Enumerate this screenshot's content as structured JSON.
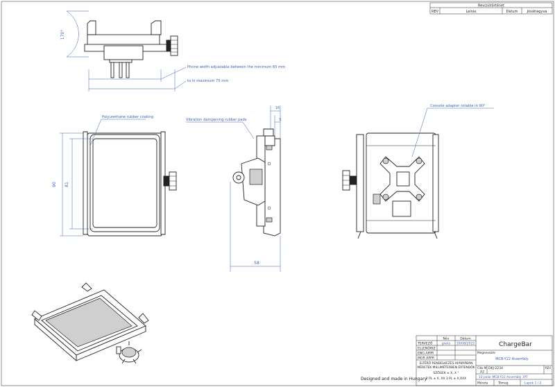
{
  "revision_table": {
    "title": "Revíziótörténet",
    "headers": [
      "REV",
      "Leírás",
      "Dátum",
      "Jóváhagyva"
    ]
  },
  "annotations": {
    "rotation_angle": "170°",
    "phone_width_note": "Phone width adjustable between the minimum 65 mm",
    "phone_width_max": "to hi maximum 75 mm",
    "rubber_coating": "Polyurethane rubber coating",
    "vibration_pads": "Vibration dampening rubber pads",
    "console_adapter": "Console adapter rotable in 90°"
  },
  "dimensions": {
    "height_outer": "90",
    "height_inner": "81",
    "depth_total": "58",
    "top_dim_1": "16",
    "top_dim_2": "5"
  },
  "footer_note": "Designed and made in Hungary",
  "title_block": {
    "col_name": "Név",
    "col_date": "Dátum",
    "rows": [
      {
        "label": "TERVEZŐ",
        "name": "greks",
        "date": "19/08/2022"
      },
      {
        "label": "ELLENŐRIZ",
        "name": "",
        "date": ""
      },
      {
        "label": "ENG APPR",
        "name": "",
        "date": ""
      },
      {
        "label": "MGR APPR",
        "name": "",
        "date": ""
      }
    ],
    "tolerance_lines": [
      "ELTÉRŐ RENDELKEZÉS HIÁNYÁBAN",
      "MÉRETEK MILLIMÉTERBEN ÉRTENDŐK",
      "SZÖGEK ± X, X °",
      "2 PL ± X, XX 3 PL ± X,XXX"
    ],
    "company": "ChargeBar",
    "megnevezes_label": "Megnevezés",
    "part_name": "MCB-Y22 Assembly",
    "size_label": "Cikk M.",
    "doc_label": "DKJ-2234",
    "rev_label": "REV",
    "size_value": "A2",
    "file_name": "10 polar MCB-Y22 Assembly .IPT",
    "scale_label": "Méreta",
    "weight_label": "Tömeg",
    "sheet": "Lapok 1 / 2"
  }
}
